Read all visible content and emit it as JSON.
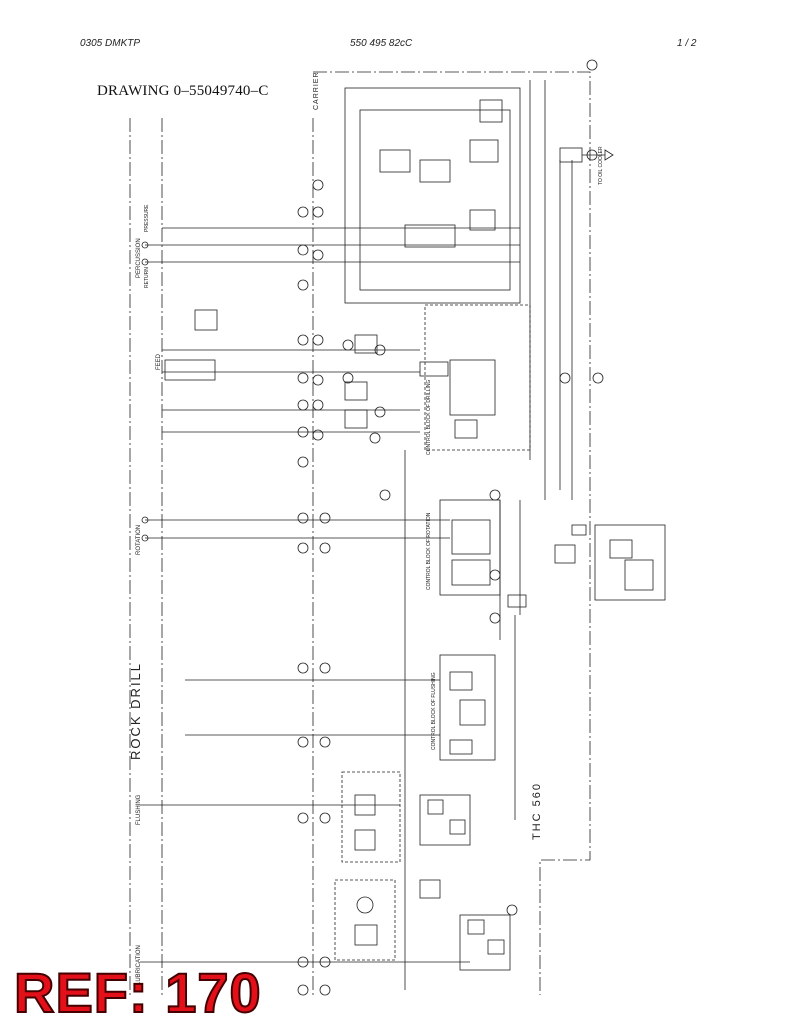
{
  "header": {
    "left": "0305 DMKTP",
    "center": "550 495 82cC",
    "right": "1 /  2"
  },
  "drawing_title": "DRAWING 0–55049740–C",
  "ref_label": "REF: 170",
  "schematic": {
    "rock_drill_label": "ROCK DRILL",
    "carrier_label": "CARRIER",
    "thc_label": "THC 560",
    "percussion_label": "PERCUSSION",
    "rotation_label": "ROTATION",
    "flushing_label": "FLUSHING",
    "lubrication_label": "LUBRICATION",
    "feed_label": "FEED",
    "pressure_label": "PRESSURE",
    "return_label": "RETURN",
    "control_block_drilling": "CONTROL BLOCK OF DRILLING",
    "control_block_rotation": "CONTROL BLOCK OF ROTATION",
    "control_block_flushing": "CONTROL BLOCK OF FLUSHING",
    "to_oil_cooler": "TO OIL COOLER"
  }
}
